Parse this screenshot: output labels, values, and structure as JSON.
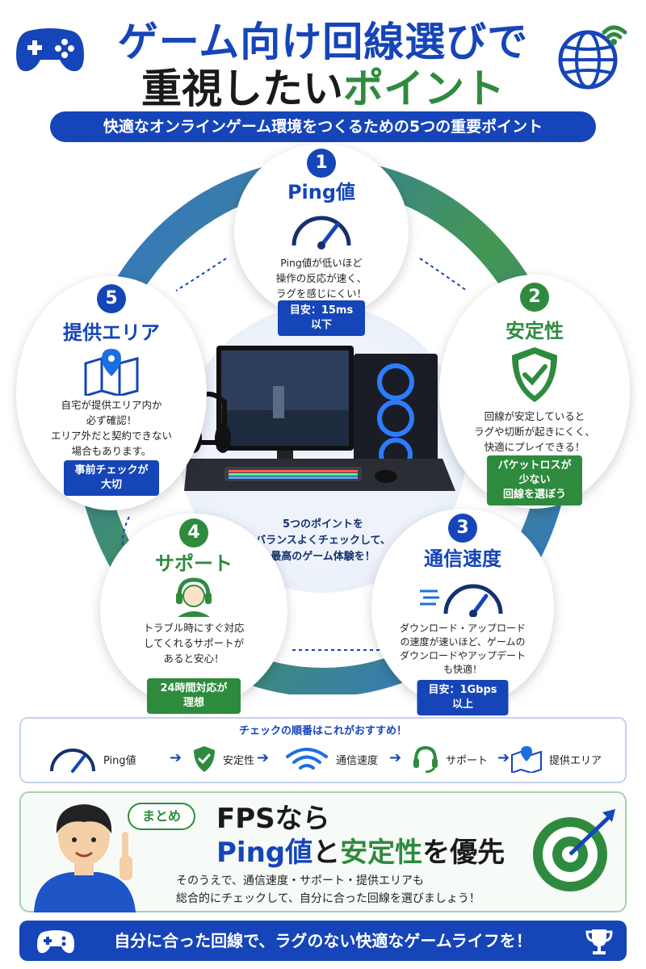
{
  "title": {
    "line1": "ゲーム向け回線選びで",
    "line2_a": "重視したい",
    "line2_b": "ポイント"
  },
  "subtitle": "快適なオンラインゲーム環境をつくるための5つの重要ポイント",
  "points": [
    {
      "num": "1",
      "head": "Ping値",
      "desc": "Ping値が低いほど\n操作の反応が速く、\nラグを感じにくい！",
      "tag": "目安：15ms以下",
      "color": "#1545b8",
      "icon": "speedometer-icon"
    },
    {
      "num": "2",
      "head": "安定性",
      "desc": "回線が安定していると\nラグや切断が起きにくく、\n快適にプレイできる！",
      "tag": "パケットロスが少ない\n回線を選ぼう",
      "color": "#2e8b3e",
      "icon": "shield-check-icon"
    },
    {
      "num": "3",
      "head": "通信速度",
      "desc": "ダウンロード・アップロード\nの速度が速いほど、ゲームの\nダウンロードやアップデート\nも快適！",
      "tag": "目安：1Gbps以上",
      "color": "#1545b8",
      "icon": "speed-gauge-icon"
    },
    {
      "num": "4",
      "head": "サポート",
      "desc": "トラブル時にすぐ対応\nしてくれるサポートが\nあると安心！",
      "tag": "24時間対応が理想",
      "color": "#2e8b3e",
      "icon": "headset-support-icon"
    },
    {
      "num": "5",
      "head": "提供エリア",
      "desc": "自宅が提供エリア内か\n必ず確認！\nエリア外だと契約できない\n場合もあります。",
      "tag": "事前チェックが大切",
      "color": "#1545b8",
      "icon": "map-pin-icon"
    }
  ],
  "center_text": "5つのポイントを\nバランスよくチェックして、\n最高のゲーム体験を！",
  "order": {
    "title": "チェックの順番はこれがおすすめ！",
    "items": [
      "Ping値",
      "安定性",
      "通信速度",
      "サポート",
      "提供エリア"
    ],
    "arrow": "➔"
  },
  "summary": {
    "badge": "まとめ",
    "line1": "FPSなら",
    "line2_a": "Ping値",
    "line2_b": "と",
    "line2_c": "安定性",
    "line2_d": "を優先",
    "text": "そのうえで、通信速度・サポート・提供エリアも\n総合的にチェックして、自分に合った回線を選びましょう！"
  },
  "footer": "自分に合った回線で、ラグのない快適なゲームライフを！",
  "colors": {
    "blue": "#1545b8",
    "green": "#2e8b3e"
  }
}
